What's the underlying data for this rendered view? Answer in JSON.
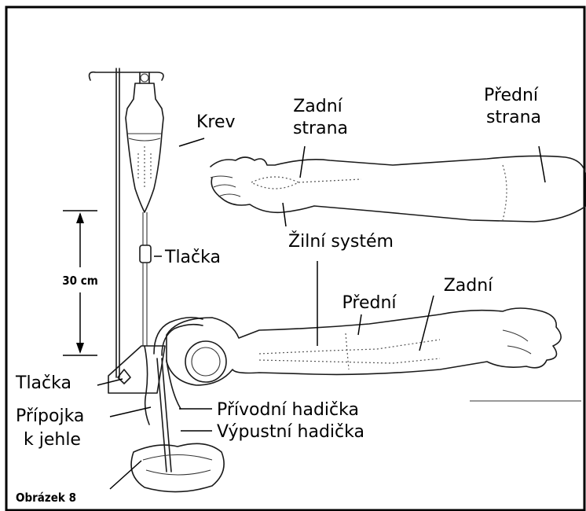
{
  "labels": {
    "back_side": "Zadní\nstrana",
    "front_side": "Přední\nstrana",
    "blood": "Krev",
    "clamp_top": "Tlačka",
    "venous_system": "Žilní systém",
    "height": "30 cm",
    "front": "Přední",
    "back": "Zadní",
    "clamp_bottom": "Tlačka",
    "needle_connector": "Přípojka\nk jehle",
    "inlet_tube": "Přívodní hadička",
    "outlet_tube": "Výpustní hadička",
    "figure_caption": "Obrázek 8"
  },
  "colors": {
    "ink": "#1a1a1a",
    "background": "#ffffff",
    "frame": "#000000"
  }
}
